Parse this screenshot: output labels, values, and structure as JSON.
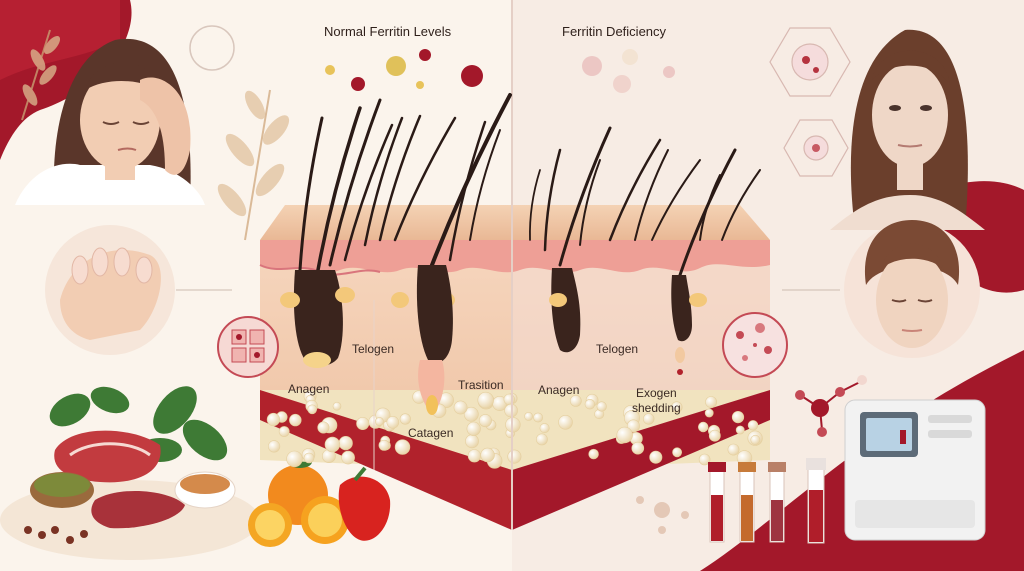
{
  "panel_left": {
    "title": "Normal Ferritin Levels"
  },
  "panel_right": {
    "title": "Ferritin Deficiency"
  },
  "labels": {
    "telogen_left": "Telogen",
    "anagen_left": "Anagen",
    "transition": "Trasition",
    "catagen": "Catagen",
    "anagen_right": "Anagen",
    "telogen_right": "Telogen",
    "exogen_line1": "Exogen",
    "exogen_line2": "shedding"
  },
  "colors": {
    "accent": "#a3182a",
    "skin": "#f4cfb4",
    "hair": "#2a1a16",
    "fat": "#f1e3bf",
    "background": "#fbf4ec"
  }
}
